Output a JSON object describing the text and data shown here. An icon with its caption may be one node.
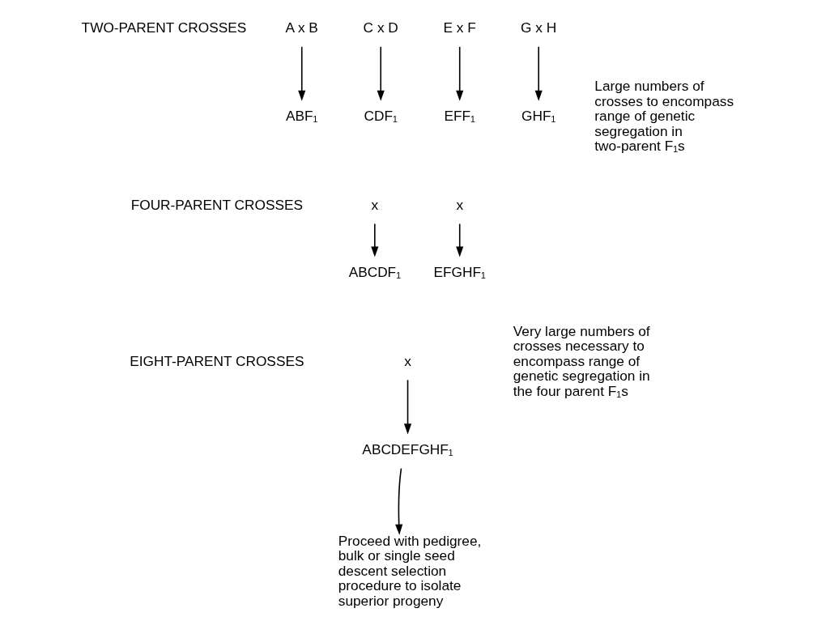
{
  "diagram": {
    "nodes": [
      {
        "text": [
          "A x B"
        ]
      },
      {
        "text": [
          "C x D"
        ]
      },
      {
        "text": [
          "E x F"
        ]
      },
      {
        "text": [
          "G x H"
        ]
      },
      {
        "text": [
          "ABF₁"
        ]
      },
      {
        "text": [
          "CDF₁"
        ]
      },
      {
        "text": [
          "EFF₁"
        ]
      },
      {
        "text": [
          "GHF₁"
        ]
      },
      {
        "text": [
          "x"
        ]
      },
      {
        "text": [
          "x"
        ]
      },
      {
        "text": [
          "ABCDF₁"
        ]
      },
      {
        "text": [
          "EFGHF₁"
        ]
      },
      {
        "text": [
          "x"
        ]
      },
      {
        "text": [
          "ABCDEFGHF₁"
        ]
      },
      {
        "text": [
          "Proceed with pedigree, bulk or single seed descent selection procedure to isolate superior progeny"
        ]
      }
    ],
    "edges": [
      {
        "from": 0,
        "to": 4,
        "arrow": "to"
      },
      {
        "from": 1,
        "to": 5,
        "arrow": "to"
      },
      {
        "from": 2,
        "to": 6,
        "arrow": "to"
      },
      {
        "from": 3,
        "to": 7,
        "arrow": "to"
      },
      {
        "from": 8,
        "to": 10,
        "arrow": "to"
      },
      {
        "from": 9,
        "to": 11,
        "arrow": "to"
      },
      {
        "from": 12,
        "to": 13,
        "arrow": "to"
      },
      {
        "from": 13,
        "to": 14,
        "arrow": "to"
      }
    ],
    "labels": [
      "TWO-PARENT CROSSES",
      "Large numbers of crosses to encompass range of genetic segregation in two-parent F₁s",
      "FOUR-PARENT CROSSES",
      "EIGHT-PARENT CROSSES",
      "Very large numbers of crosses necessary to encompass range of genetic segregation in the four parent F₁s"
    ]
  }
}
